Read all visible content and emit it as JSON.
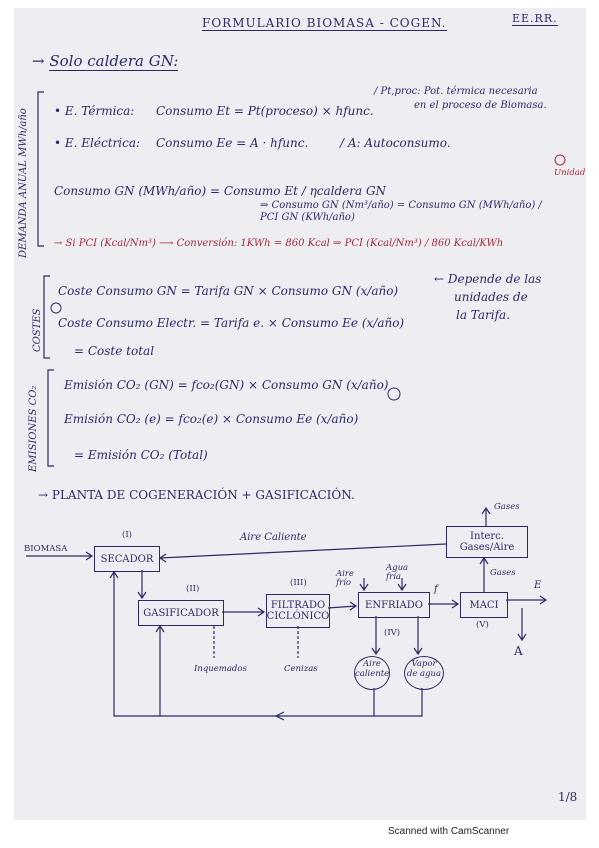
{
  "header": {
    "title": "FORMULARIO BIOMASA - COGEN.",
    "tag": "EE.RR."
  },
  "section_caldera": {
    "heading": "Solo caldera GN:",
    "side_label": "DEMANDA ANUAL MWh/año",
    "e_termica_label": "• E. Térmica:",
    "e_termica_formula": "Consumo Et = Pt(proceso) × hfunc.",
    "e_termica_note_1": "/ Pt,proc: Pot. térmica necesaria",
    "e_termica_note_2": "en el proceso de Biomasa.",
    "e_electrica_label": "• E. Eléctrica:",
    "e_electrica_formula": "Consumo Ee = A · hfunc.",
    "e_electrica_note": "/ A: Autoconsumo.",
    "consumo_gn_lhs": "Consumo GN (MWh/año) = Consumo Et / ηcaldera GN",
    "consumo_gn_rhs": "⇒ Consumo GN (Nm³/año) = Consumo GN (MWh/año) / PCI GN (KWh/año)",
    "unidad_note": "Unidad",
    "pci_line": "→ Si PCI (Kcal/Nm³) ⟶ Conversión: 1KWh = 860 Kcal ⇒ PCI (Kcal/Nm³) / 860 Kcal/KWh"
  },
  "section_costes": {
    "side_label": "COSTES",
    "line1": "Coste Consumo GN = Tarifa GN × Consumo GN (x/año)",
    "note_1": "← Depende de las",
    "note_2": "unidades de",
    "note_3": "la Tarifa.",
    "line2": "Coste Consumo Electr. = Tarifa e. × Consumo Ee (x/año)",
    "total": "= Coste total"
  },
  "section_emisiones": {
    "side_label": "EMISIONES CO₂",
    "line1": "Emisión CO₂ (GN) = fco₂(GN) × Consumo GN (x/año)",
    "line2": "Emisión CO₂ (e) = fco₂(e) × Consumo Ee (x/año)",
    "total": "= Emisión CO₂ (Total)"
  },
  "section_planta": {
    "heading": "→ PLANTA DE COGENERACIÓN + GASIFICACIÓN.",
    "diagram": {
      "input_biomasa": "BIOMASA",
      "secador": {
        "num": "(I)",
        "label": "SECADOR"
      },
      "gasificador": {
        "num": "(II)",
        "label": "GASIFICADOR"
      },
      "filtrado": {
        "num": "(III)",
        "label_1": "FILTRADO",
        "label_2": "CICLÓNICO"
      },
      "enfriado": {
        "num": "(IV)",
        "label": "ENFRIADO"
      },
      "maci": {
        "num": "(V)",
        "label": "MACI"
      },
      "interc": {
        "label_1": "Interc.",
        "label_2": "Gases/Aire"
      },
      "aire_caliente": "Aire Caliente",
      "gases_top": "Gases",
      "gases_side": "Gases",
      "aire_frio": "Aire frío",
      "agua_fria": "Agua fría",
      "f_label": "f",
      "e_label": "E",
      "a_label": "A",
      "inquemados": "Inquemados",
      "cenizas": "Cenizas",
      "aire_caliente_out": "Aire caliente",
      "vapor_agua": "Vapor de agua"
    }
  },
  "footer": {
    "page": "1/8",
    "scanned": "Scanned with CamScanner"
  }
}
